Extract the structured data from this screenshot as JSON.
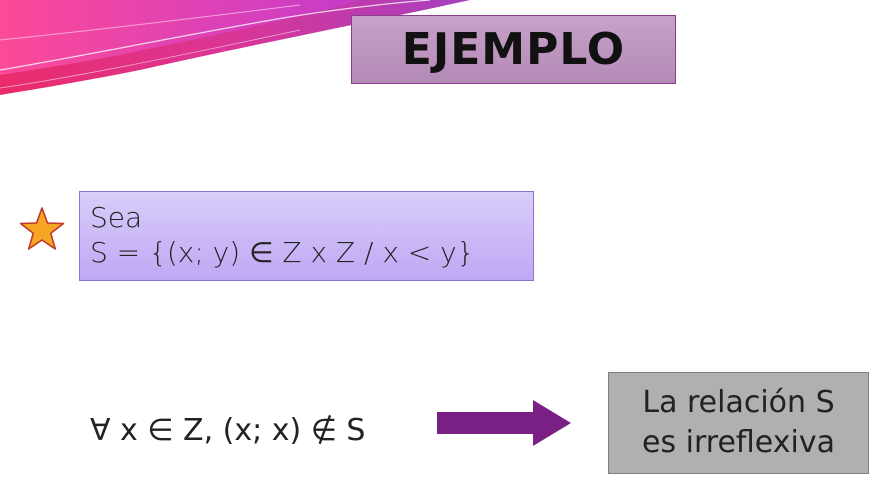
{
  "title": "EJEMPLO",
  "definition": {
    "line1": "Sea",
    "line2": "S = {(x; y) ∈ Z x Z / x < y}"
  },
  "statement": "∀ x ∈ Z, (x; x) ∉ S",
  "result": {
    "line1": "La relación S",
    "line2": "es irreflexiva"
  },
  "colors": {
    "title_box": "#b993bc",
    "definition_box": "#cbbaf7",
    "result_box": "#b0b0b0",
    "arrow": "#7a1f84",
    "star": "#f6a623"
  }
}
